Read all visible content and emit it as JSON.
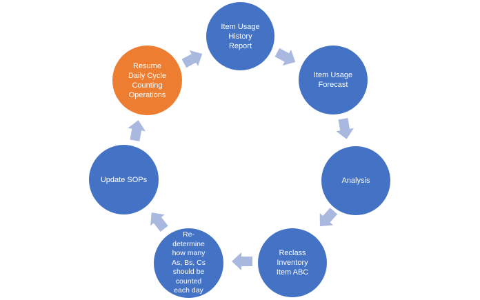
{
  "colors": {
    "node_blue": "#4472C4",
    "node_orange": "#ED7D31",
    "arrow": "#A9B8DE",
    "label_text": "#FFFFFF"
  },
  "diagram": {
    "type": "cycle",
    "nodes": [
      {
        "label": "Item Usage\nHistory\nReport",
        "color": "blue"
      },
      {
        "label": "Item Usage\nForecast",
        "color": "blue"
      },
      {
        "label": "Analysis",
        "color": "blue"
      },
      {
        "label": "Reclass\nInventory\nItem ABC",
        "color": "blue"
      },
      {
        "label": "Re-\ndetermine\nhow many\nAs, Bs, Cs\nshould be\ncounted\neach day",
        "color": "blue"
      },
      {
        "label": "Update SOPs",
        "color": "blue"
      },
      {
        "label": "Resume\nDaily Cycle\nCounting\nOperations",
        "color": "orange"
      }
    ],
    "arrow_icon": "chevron-right-arrow-icon"
  }
}
